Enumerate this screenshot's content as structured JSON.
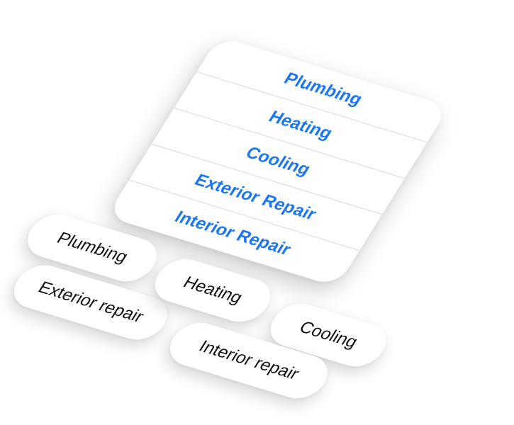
{
  "action_sheet": {
    "options": [
      {
        "label": "Plumbing"
      },
      {
        "label": "Heating"
      },
      {
        "label": "Cooling"
      },
      {
        "label": "Exterior Repair"
      },
      {
        "label": "Interior Repair"
      }
    ]
  },
  "chips": {
    "plumbing": "Plumbing",
    "exterior_repair": "Exterior repair",
    "heating": "Heating",
    "cooling": "Cooling",
    "interior_repair": "Interior repair"
  },
  "colors": {
    "option_text": "#1a76f2",
    "chip_text": "#111111",
    "surface": "#ffffff",
    "divider": "#d9dade"
  }
}
